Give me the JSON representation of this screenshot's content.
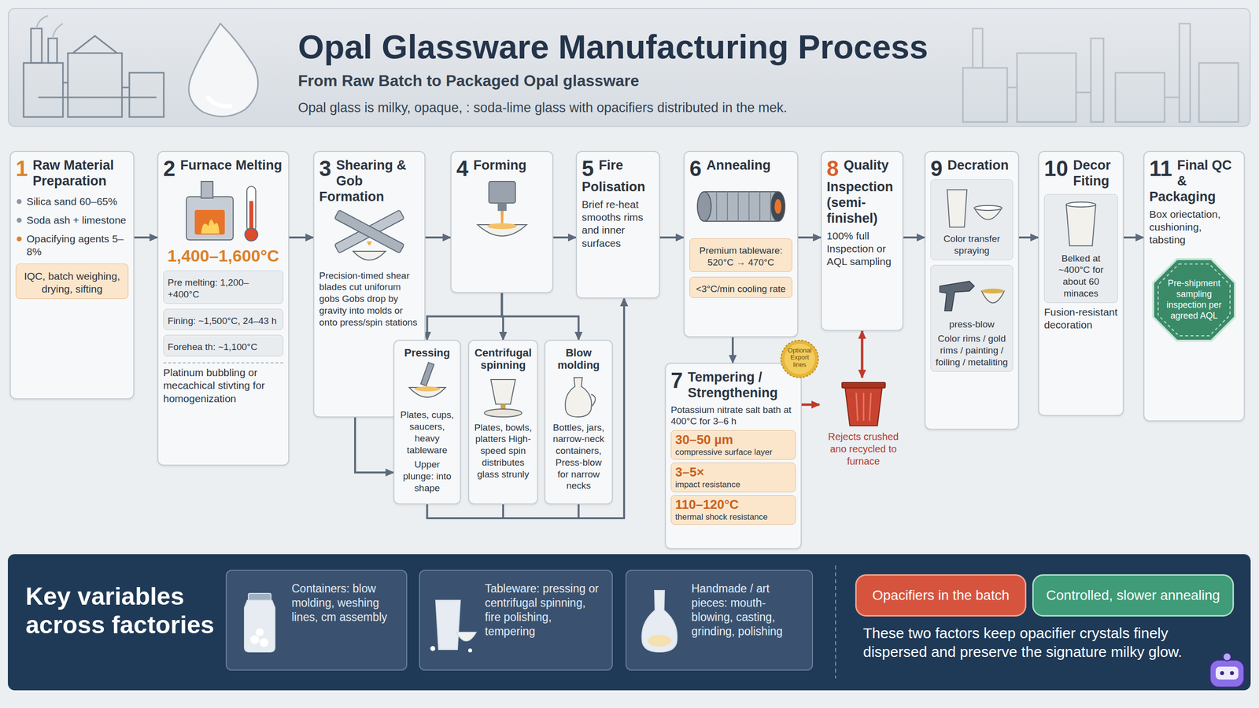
{
  "diagram": {
    "title": "Opal Glassware Manufacturing Process",
    "nodes": [
      {
        "text": [
          "1",
          "Raw Material Preparation",
          "Silica sand 60–65%",
          "Soda ash + limestone",
          "Opacifying agents 5–8%"
        ]
      },
      {
        "text": [
          "IQC, batch weighing, drying, sifting"
        ],
        "in": 0
      },
      {
        "text": [
          "2",
          "Furnace Melting",
          "1,400–1,600°C",
          "Platinum bubbling or mecachical stivting for homogenization"
        ]
      },
      {
        "text": [
          "Pre melting: 1,200–+400°C"
        ],
        "in": 2
      },
      {
        "text": [
          "Fining: ~1,500°C, 24–43 h"
        ],
        "in": 2
      },
      {
        "text": [
          "Forehea th: ~1,100°C"
        ],
        "in": 2
      },
      {
        "text": [
          "3",
          "Shearing & Gob Formation",
          "Precision-timed shear blades cut uniforum gobs Gobs drop by gravity into molds or onto press/spin stations"
        ]
      },
      {
        "text": [
          "4",
          "Forming"
        ]
      },
      {
        "text": [
          "Pressing",
          "Plates, cups, saucers, heavy tableware",
          "Upper plunge: into shape"
        ]
      },
      {
        "text": [
          "Centrifugal spinning",
          "Plates, bowls, platters High-speed spin distributes glass strunly"
        ]
      },
      {
        "text": [
          "Blow molding",
          "Bottles, jars, narrow-neck containers, Press-blow for narrow necks"
        ]
      },
      {
        "text": [
          "5",
          "Fire Polisation",
          "Brief re-heat smooths rims and inner surfaces"
        ]
      },
      {
        "text": [
          "6",
          "Annealing"
        ]
      },
      {
        "text": [
          "Premium tableware: 520°C → 470°C"
        ],
        "in": 12
      },
      {
        "text": [
          "<3°C/min cooling rate"
        ],
        "in": 12
      },
      {
        "text": [
          "7",
          "Tempering / Strengthening",
          "Potassium nitrate salt bath at 400°C for 3–6 h"
        ]
      },
      {
        "text": [
          "30–50 µm",
          "compressive surface layer"
        ],
        "in": 15
      },
      {
        "text": [
          "3–5×",
          "impact resistance"
        ],
        "in": 15
      },
      {
        "text": [
          "110–120°C",
          "thermal shock resistance"
        ],
        "in": 15
      },
      {
        "text": [
          "8",
          "Quality Inspection (semi-finishel)",
          "100% full Inspection or AQL sampling"
        ]
      },
      {
        "text": [
          "Rejects crushed ano recycled to furnace"
        ]
      },
      {
        "text": [
          "9",
          "Decration"
        ]
      },
      {
        "text": [
          "Color transfer spraying"
        ],
        "in": 21
      },
      {
        "text": [
          "press-blow",
          "Color rims / gold rims / painting / foiling / metaliting"
        ],
        "in": 21
      },
      {
        "text": [
          "10",
          "Decor Fiting",
          "Fusion-resistant decoration"
        ]
      },
      {
        "text": [
          "Belked at ~400°C for about 60 minaces"
        ],
        "in": 24
      },
      {
        "text": [
          "11",
          "Final QC & Packaging",
          "Box oriectation, cushioning, tabsting"
        ]
      },
      {
        "text": [
          "Pre-shipment sampling inspection per agreed AQL"
        ],
        "in": 26
      },
      {
        "text": [
          "Key variables across factories",
          "These two factors keep opacifier crystals finely dispersed and preserve the signature milky glow."
        ]
      },
      {
        "text": [
          "Containers: blow molding, weshing lines, cm assembly"
        ],
        "in": 28
      },
      {
        "text": [
          "Tableware: pressing or centrifugal spinning, fire polishing, tempering"
        ],
        "in": 28
      },
      {
        "text": [
          "Handmade / art pieces: mouth-blowing, casting, grinding, polishing"
        ],
        "in": 28
      },
      {
        "text": [
          "Opacifiers in the batch"
        ],
        "in": 28
      },
      {
        "text": [
          "Controlled, slower annealing"
        ],
        "in": 28
      }
    ],
    "edges": [
      {
        "from": 0,
        "to": 2,
        "arrow": "to"
      },
      {
        "from": 2,
        "to": 6,
        "arrow": "to"
      },
      {
        "from": 6,
        "to": 7,
        "arrow": "to"
      },
      {
        "from": 7,
        "to": 8,
        "arrow": "to"
      },
      {
        "from": 7,
        "to": 9,
        "arrow": "to"
      },
      {
        "from": 7,
        "to": 10,
        "arrow": "to"
      },
      {
        "from": 6,
        "to": 8,
        "arrow": "to"
      },
      {
        "from": 8,
        "to": 11,
        "arrow": "to"
      },
      {
        "from": 9,
        "to": 11,
        "arrow": "to"
      },
      {
        "from": 10,
        "to": 11,
        "arrow": "to"
      },
      {
        "from": 7,
        "to": 11,
        "arrow": "to"
      },
      {
        "from": 11,
        "to": 12,
        "arrow": "to"
      },
      {
        "from": 12,
        "to": 15,
        "arrow": "to"
      },
      {
        "from": 12,
        "to": 19,
        "arrow": "to"
      },
      {
        "from": 15,
        "to": 20,
        "arrow": "to"
      },
      {
        "from": 19,
        "to": 20,
        "arrow": "both"
      },
      {
        "from": 19,
        "to": 21,
        "arrow": "to"
      },
      {
        "from": 21,
        "to": 24,
        "arrow": "to"
      },
      {
        "from": 24,
        "to": 26,
        "arrow": "to"
      }
    ],
    "labels": [
      "From Raw Batch to Packaged Opal glassware",
      "Opal glass is milky, opaque, : soda-lime glass with opacifiers distributed in the mek.",
      "Optional Export lines"
    ]
  }
}
